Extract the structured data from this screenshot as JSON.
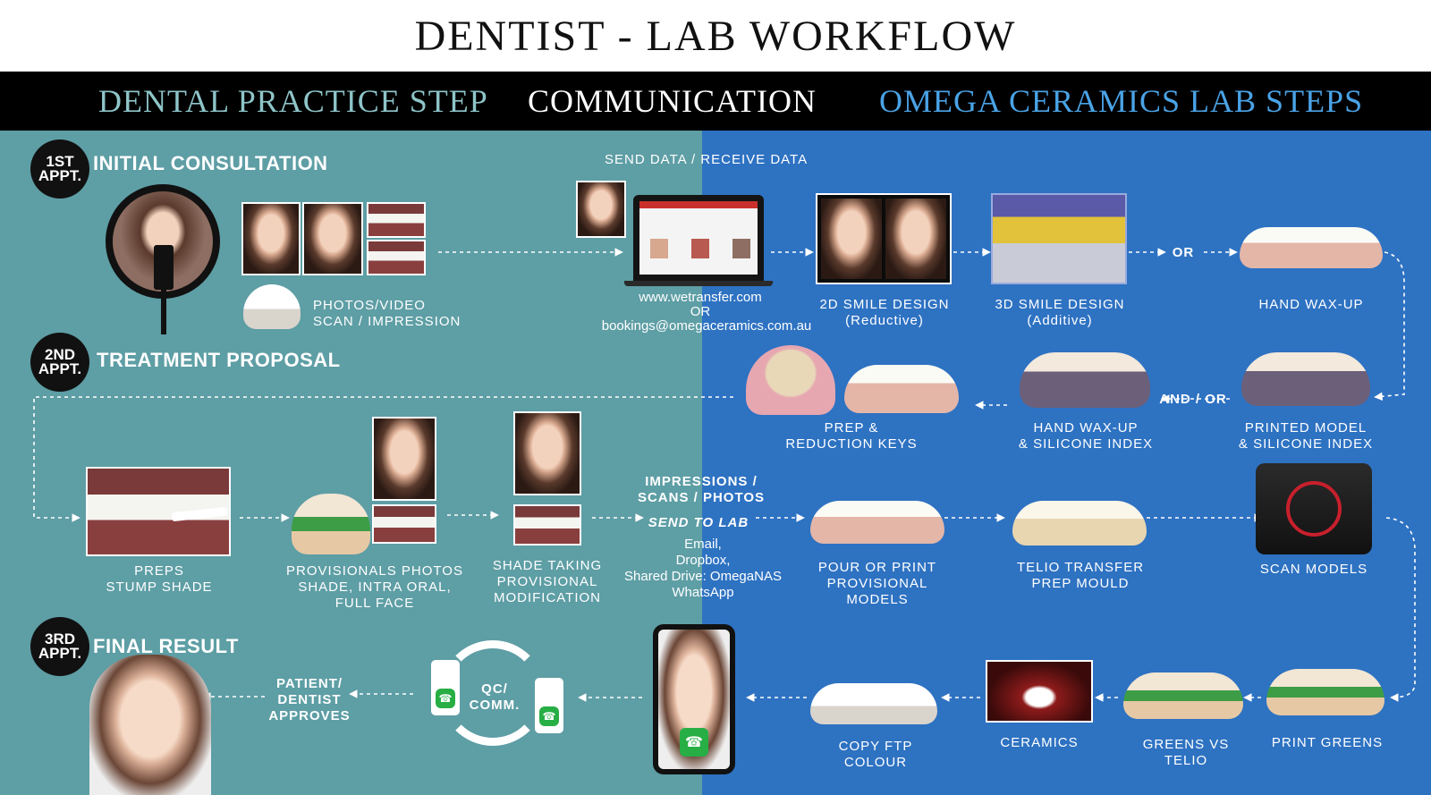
{
  "title": "DENTIST - LAB WORKFLOW",
  "header": {
    "practice": "DENTAL PRACTICE STEP",
    "communication": "COMMUNICATION",
    "lab": "OMEGA CERAMICS LAB STEPS"
  },
  "colors": {
    "practice_bg": "#5e9ea5",
    "lab_bg": "#2e72c2",
    "header_bg": "#000000",
    "practice_header_text": "#8ec5c9",
    "communication_header_text": "#ffffff",
    "lab_header_text": "#4aa3e6"
  },
  "appointments": [
    {
      "num": "1ST",
      "word": "APPT.",
      "stage": "INITIAL CONSULTATION"
    },
    {
      "num": "2ND",
      "word": "APPT.",
      "stage": "TREATMENT PROPOSAL"
    },
    {
      "num": "3RD",
      "word": "APPT.",
      "stage": "FINAL  RESULT"
    }
  ],
  "labels": {
    "photos_scan": "PHOTOS/VIDEO\nSCAN / IMPRESSION",
    "send_receive": "SEND DATA / RECEIVE DATA",
    "wetransfer": "www.wetransfer.com",
    "or_text": "OR",
    "bookings_email": "bookings@omegaceramics.com.au",
    "smile_2d": "2D SMILE DESIGN\n(Reductive)",
    "smile_3d": "3D SMILE DESIGN\n(Additive)",
    "or_arrow": "OR",
    "hand_waxup": "HAND WAX-UP",
    "printed_model": "PRINTED MODEL\n& SILICONE INDEX",
    "and_or": "AND / OR",
    "hand_waxup_index": "HAND WAX-UP\n& SILICONE INDEX",
    "prep_reduction": "PREP &\nREDUCTION KEYS",
    "preps_stump": "PREPS\nSTUMP SHADE",
    "provisionals": "PROVISIONALS PHOTOS\nSHADE, INTRA ORAL,\nFULL FACE",
    "shade_taking": "SHADE TAKING\nPROVISIONAL\nMODIFICATION",
    "impressions_scans": "IMPRESSIONS  /\nSCANS / PHOTOS",
    "send_to_lab": "SEND TO LAB",
    "channels": "Email,\nDropbox,\nShared Drive: OmegaNAS\nWhatsApp",
    "pour_print": "POUR OR PRINT\nPROVISIONAL\nMODELS",
    "telio_transfer": "TELIO TRANSFER\nPREP MOULD",
    "scan_models": "SCAN MODELS",
    "print_greens": "PRINT GREENS",
    "greens_vs_telio": "GREENS VS\nTELIO",
    "ceramics": "CERAMICS",
    "copy_ftp": "COPY FTP\nCOLOUR",
    "qc_comm": "QC/\nCOMM.",
    "patient_approves": "PATIENT/\nDENTIST\nAPPROVES"
  },
  "icons": [
    "ring-light-icon",
    "laptop-icon",
    "smartphone-icon",
    "whatsapp-icon",
    "cycle-arrows-icon",
    "scanner-icon"
  ]
}
